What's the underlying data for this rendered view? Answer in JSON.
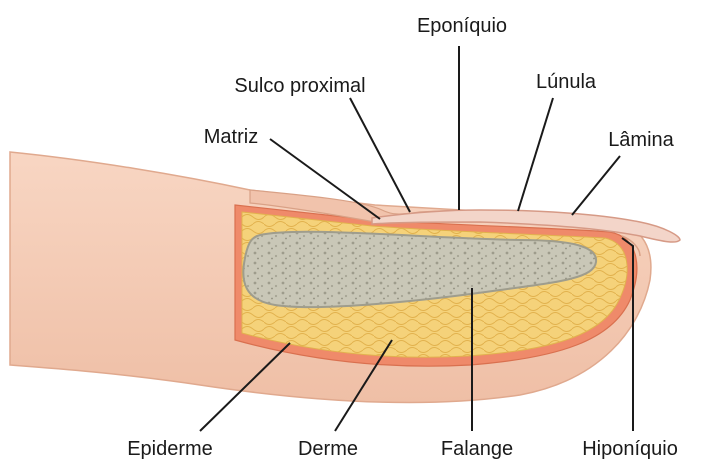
{
  "labels": {
    "eponiquio": "Eponíquio",
    "sulco_proximal": "Sulco proximal",
    "lunula": "Lúnula",
    "matriz": "Matriz",
    "lamina": "Lâmina",
    "epiderme": "Epiderme",
    "derme": "Derme",
    "falange": "Falange",
    "hiponiquio": "Hiponíquio"
  },
  "colors": {
    "skin": "#f6cdb8",
    "skin_shadow": "#e8b59c",
    "dermis_edge": "#ef8a6a",
    "fat": "#f5d27a",
    "fat_cell_line": "#e2b24e",
    "bone": "#c7c5b5",
    "bone_edge": "#a9a796",
    "nail": "#f3d5c9",
    "line": "#1a1a1a"
  }
}
